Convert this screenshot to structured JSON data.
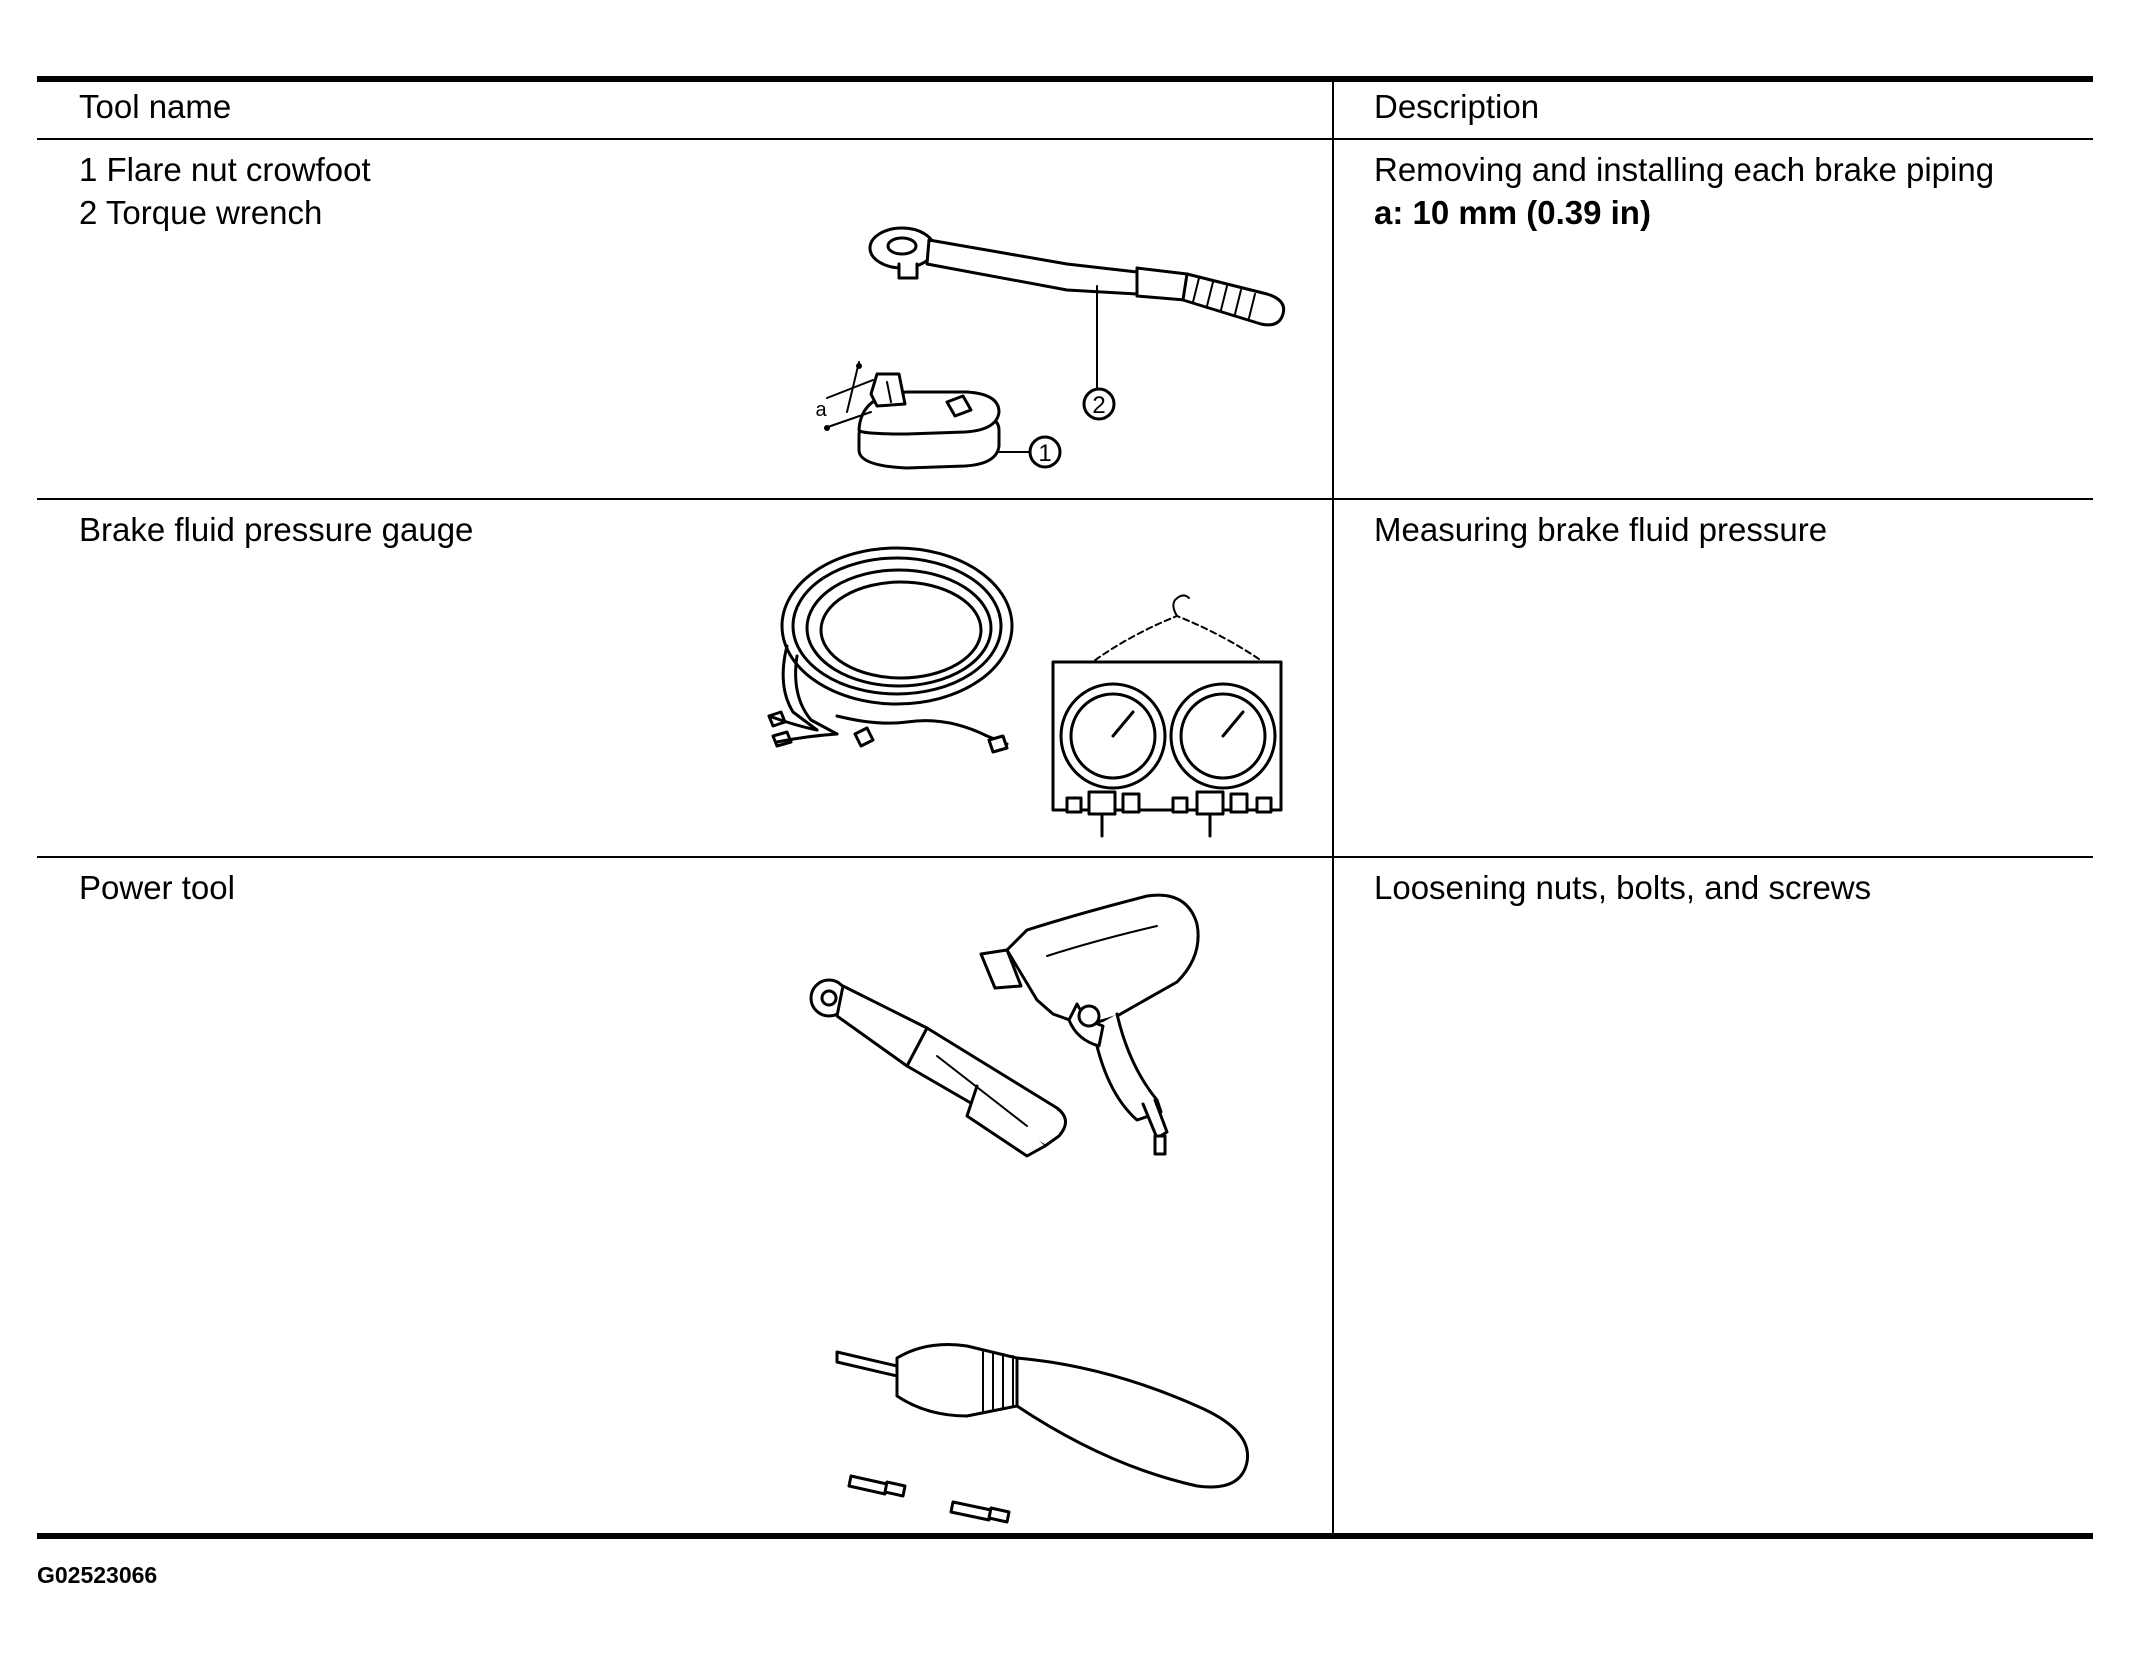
{
  "table": {
    "headers": {
      "tool_name": "Tool name",
      "description": "Description"
    },
    "rows": [
      {
        "tool_lines": [
          "1 Flare nut crowfoot",
          "2 Torque wrench"
        ],
        "description_lines": [
          "Removing and installing each brake piping"
        ],
        "description_bold": "a: 10 mm (0.39 in)",
        "callouts": {
          "dimension": "a",
          "item1": "1",
          "item2": "2"
        }
      },
      {
        "tool_lines": [
          "Brake fluid pressure gauge"
        ],
        "description_lines": [
          "Measuring brake fluid pressure"
        ]
      },
      {
        "tool_lines": [
          "Power tool"
        ],
        "description_lines": [
          "Loosening nuts, bolts, and screws"
        ]
      }
    ]
  },
  "figure_code": "G02523066"
}
